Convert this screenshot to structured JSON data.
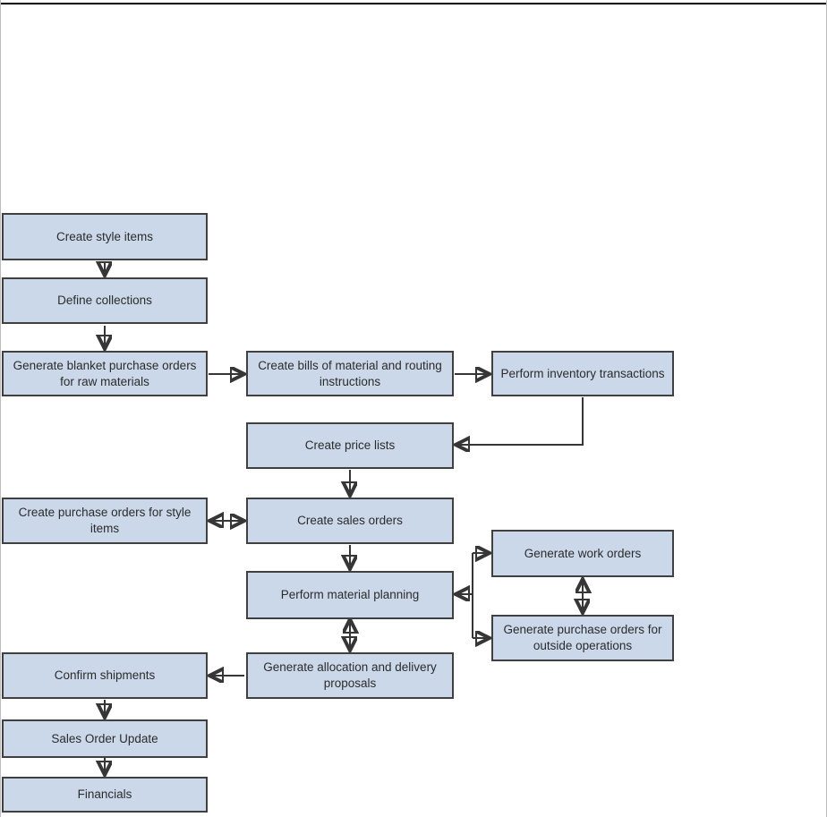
{
  "page": {
    "background": "#ffffff",
    "top_rule_color": "#000000",
    "side_edge_color": "#bcbcbc"
  },
  "diagram": {
    "type": "flowchart",
    "box_fill": "#CBD8EA",
    "box_border": "#404040",
    "arrow_color": "#363636",
    "text_color": "#2b2b2b",
    "nodes": [
      {
        "id": "create-style-items",
        "label": "Create style items"
      },
      {
        "id": "define-collections",
        "label": "Define collections"
      },
      {
        "id": "generate-blanket-po",
        "label": "Generate blanket purchase orders for raw materials"
      },
      {
        "id": "create-bills",
        "label": "Create bills of material and routing instructions"
      },
      {
        "id": "perform-inventory",
        "label": "Perform inventory transactions"
      },
      {
        "id": "create-price-lists",
        "label": "Create price lists"
      },
      {
        "id": "create-po-style-items",
        "label": "Create purchase orders for style items"
      },
      {
        "id": "create-sales-orders",
        "label": "Create sales orders"
      },
      {
        "id": "perform-material-planning",
        "label": "Perform material planning"
      },
      {
        "id": "generate-work-orders",
        "label": "Generate work orders"
      },
      {
        "id": "generate-po-outside-ops",
        "label": "Generate purchase orders for outside operations"
      },
      {
        "id": "generate-allocation",
        "label": "Generate allocation and delivery proposals"
      },
      {
        "id": "confirm-shipments",
        "label": "Confirm shipments"
      },
      {
        "id": "sales-order-update",
        "label": "Sales Order Update"
      },
      {
        "id": "financials",
        "label": "Financials"
      }
    ],
    "edges": [
      {
        "from": "create-style-items",
        "to": "define-collections",
        "style": "single"
      },
      {
        "from": "define-collections",
        "to": "generate-blanket-po",
        "style": "single"
      },
      {
        "from": "generate-blanket-po",
        "to": "create-bills",
        "style": "single"
      },
      {
        "from": "create-bills",
        "to": "perform-inventory",
        "style": "single"
      },
      {
        "from": "perform-inventory",
        "to": "create-price-lists",
        "style": "single-elbow"
      },
      {
        "from": "create-price-lists",
        "to": "create-sales-orders",
        "style": "single"
      },
      {
        "from": "create-po-style-items",
        "to": "create-sales-orders",
        "style": "double"
      },
      {
        "from": "create-sales-orders",
        "to": "perform-material-planning",
        "style": "single"
      },
      {
        "from": "perform-material-planning",
        "to": "generate-work-orders",
        "style": "branch"
      },
      {
        "from": "perform-material-planning",
        "to": "generate-po-outside-ops",
        "style": "branch"
      },
      {
        "from": "generate-work-orders",
        "to": "generate-po-outside-ops",
        "style": "double"
      },
      {
        "from": "perform-material-planning",
        "to": "generate-allocation",
        "style": "double"
      },
      {
        "from": "generate-allocation",
        "to": "confirm-shipments",
        "style": "single"
      },
      {
        "from": "confirm-shipments",
        "to": "sales-order-update",
        "style": "single"
      },
      {
        "from": "sales-order-update",
        "to": "financials",
        "style": "single"
      }
    ]
  }
}
